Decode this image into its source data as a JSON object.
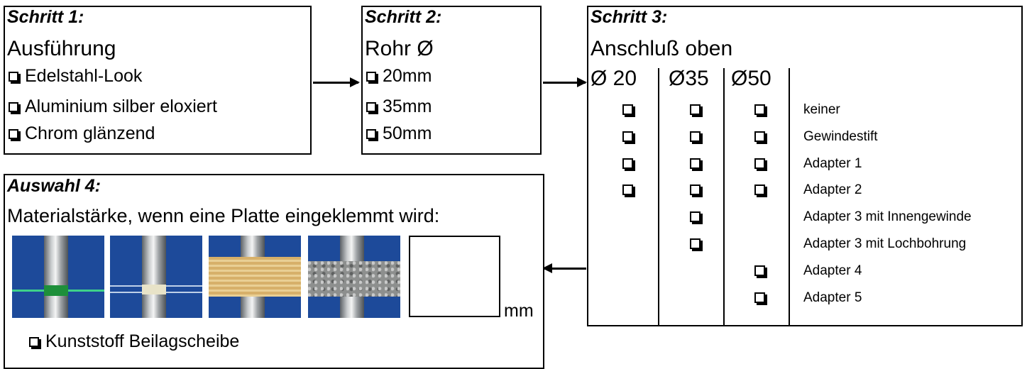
{
  "step1": {
    "title": "Schritt 1:",
    "heading": "Ausführung",
    "options": [
      "Edelstahl-Look",
      "Aluminium silber eloxiert",
      "Chrom glänzend"
    ]
  },
  "step2": {
    "title": "Schritt 2:",
    "heading": "Rohr Ø",
    "options": [
      "20mm",
      "35mm",
      "50mm"
    ]
  },
  "step3": {
    "title": "Schritt 3:",
    "heading": "Anschluß oben",
    "columns": [
      "Ø 20",
      "Ø35",
      "Ø50"
    ],
    "rows": [
      {
        "label": "keiner",
        "checks": [
          true,
          true,
          true
        ]
      },
      {
        "label": "Gewindestift",
        "checks": [
          true,
          true,
          true
        ]
      },
      {
        "label": "Adapter 1",
        "checks": [
          true,
          true,
          true
        ]
      },
      {
        "label": "Adapter 2",
        "checks": [
          true,
          true,
          true
        ]
      },
      {
        "label": "Adapter 3 mit Innengewinde",
        "checks": [
          false,
          true,
          false
        ]
      },
      {
        "label": "Adapter 3 mit Lochbohrung",
        "checks": [
          false,
          true,
          false
        ]
      },
      {
        "label": "Adapter 4",
        "checks": [
          false,
          false,
          true
        ]
      },
      {
        "label": "Adapter 5",
        "checks": [
          false,
          false,
          true
        ]
      }
    ]
  },
  "step4": {
    "title": "Auswahl 4:",
    "heading": "Materialstärke, wenn eine Platte eingeklemmt wird:",
    "unit": "mm",
    "option": "Kunststoff Beilagscheibe",
    "photos": [
      "green-spacer",
      "thin-plate",
      "wood-layers",
      "stone-slab"
    ]
  },
  "colors": {
    "photo_blue": "#1d4a9a",
    "green": "#1e8f3a",
    "wood": "#d7b06a",
    "stone": "#8d8f8e"
  }
}
